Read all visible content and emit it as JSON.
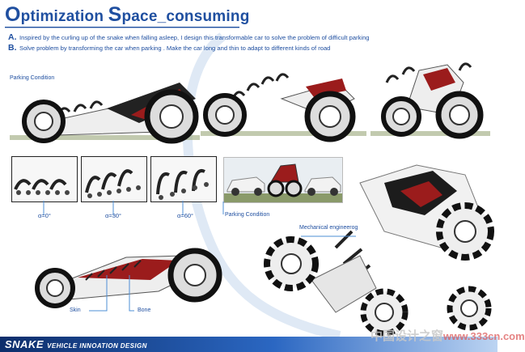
{
  "header": {
    "title_first_letter": "O",
    "title_rest_1": "ptimization ",
    "title_second_letter": "S",
    "title_rest_2": "pace_consuming"
  },
  "points": [
    {
      "letter": "A.",
      "text": "Inspired by the curling up of the snake when falling asleep, I design this transformable car to solve the problem of difficult parking"
    },
    {
      "letter": "B.",
      "text": "Solve problem by transforming the car when parking . Make the car long and thin to adapt to different kinds of road"
    }
  ],
  "labels": {
    "parking_condition_top": "Parking Condition",
    "parking_condition_mid": "Parking Condition",
    "mechanical": "Mechanical engineerog",
    "skin": "Skin",
    "bone": "Bone"
  },
  "angles": [
    "α=0°",
    "α=30°",
    "α=60°"
  ],
  "footer": {
    "title": "SNAKE",
    "subtitle": "VEHICLE INNOATION DESIGN"
  },
  "watermark": {
    "chinese": "中国设计之窗",
    "url": "www.333cn.com"
  },
  "colors": {
    "accent": "#1f4fa0",
    "frame": "#4d8fd6",
    "body_red": "#9b1c1c"
  }
}
